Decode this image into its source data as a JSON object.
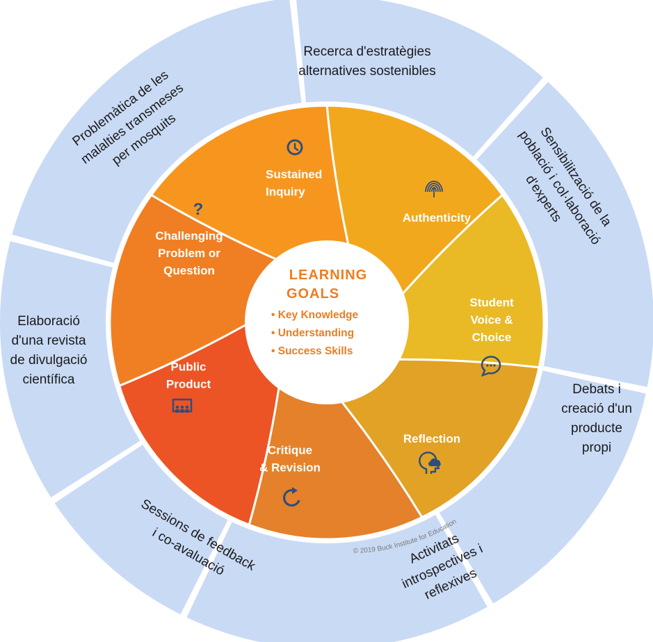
{
  "outer_ring": {
    "fill_color": "#c9daf5",
    "segments": [
      {
        "name": "outer-segment-recerca",
        "lines": [
          "Recerca d'estratègies",
          "alternatives sostenibles"
        ]
      },
      {
        "name": "outer-segment-sensibilitzacio",
        "lines": [
          "Sensibilització de la",
          "població i col·laboració",
          "d'experts"
        ]
      },
      {
        "name": "outer-segment-debats",
        "lines": [
          "Debats i",
          "creació d'un",
          "producte",
          "propi"
        ]
      },
      {
        "name": "outer-segment-activitats",
        "lines": [
          "Activitats",
          "introspectives i",
          "reflexives"
        ]
      },
      {
        "name": "outer-segment-sessions",
        "lines": [
          "Sessions de feedback",
          "i co-avaluació"
        ]
      },
      {
        "name": "outer-segment-elaboracio",
        "lines": [
          "Elaboració",
          "d'una revista",
          "de divulgació",
          "científica"
        ]
      },
      {
        "name": "outer-segment-problematica",
        "lines": [
          "Problemàtica de les",
          "malalties transmeses",
          "per mosquits"
        ]
      }
    ]
  },
  "inner_ring": {
    "segments": [
      {
        "name": "element-sustained-inquiry",
        "lines": [
          "Sustained",
          "Inquiry"
        ],
        "color": "#f2a81d",
        "icon": "clock-icon"
      },
      {
        "name": "element-authenticity",
        "lines": [
          "Authenticity"
        ],
        "color": "#e9ba26",
        "icon": "fingerprint-icon"
      },
      {
        "name": "element-student-voice",
        "lines": [
          "Student",
          "Voice &",
          "Choice"
        ],
        "color": "#e2a226",
        "icon": "speech-bubble-icon"
      },
      {
        "name": "element-reflection",
        "lines": [
          "Reflection"
        ],
        "color": "#e5812a",
        "icon": "head-cloud-icon"
      },
      {
        "name": "element-critique-revision",
        "lines": [
          "Critique",
          "& Revision"
        ],
        "color": "#ec5425",
        "icon": "refresh-icon"
      },
      {
        "name": "element-public-product",
        "lines": [
          "Public",
          "Product"
        ],
        "color": "#f07f23",
        "icon": "presentation-icon"
      },
      {
        "name": "element-challenging-problem",
        "lines": [
          "Challenging",
          "Problem or",
          "Question"
        ],
        "color": "#f6961f",
        "icon": "question-mark-icon"
      }
    ]
  },
  "center": {
    "title_lines": [
      "LEARNING",
      "GOALS"
    ],
    "items": [
      "• Key Knowledge",
      "• Understanding",
      "• Success Skills"
    ],
    "color": "#ee7d1e"
  },
  "copyright": "© 2019 Buck Institute for Education"
}
